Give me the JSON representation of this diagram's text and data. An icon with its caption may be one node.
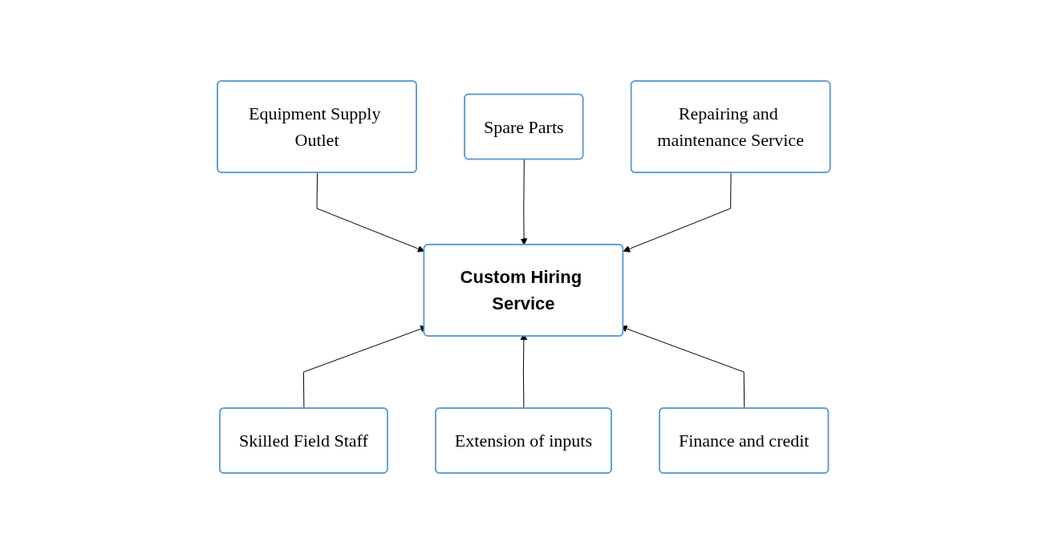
{
  "diagram": {
    "nodes": [
      {
        "text": [
          "Equipment Supply Outlet"
        ]
      },
      {
        "text": [
          "Spare Parts"
        ]
      },
      {
        "text": [
          "Repairing and maintenance Service"
        ]
      },
      {
        "text": [
          "Custom Hiring Service"
        ]
      },
      {
        "text": [
          "Skilled Field Staff"
        ]
      },
      {
        "text": [
          "Extension of inputs"
        ]
      },
      {
        "text": [
          "Finance and credit"
        ]
      }
    ],
    "edges": [
      {
        "from": 0,
        "to": 3,
        "arrow": "to"
      },
      {
        "from": 1,
        "to": 3,
        "arrow": "to"
      },
      {
        "from": 2,
        "to": 3,
        "arrow": "to"
      },
      {
        "from": 4,
        "to": 3,
        "arrow": "to"
      },
      {
        "from": 5,
        "to": 3,
        "arrow": "to"
      },
      {
        "from": 6,
        "to": 3,
        "arrow": "to"
      }
    ]
  }
}
